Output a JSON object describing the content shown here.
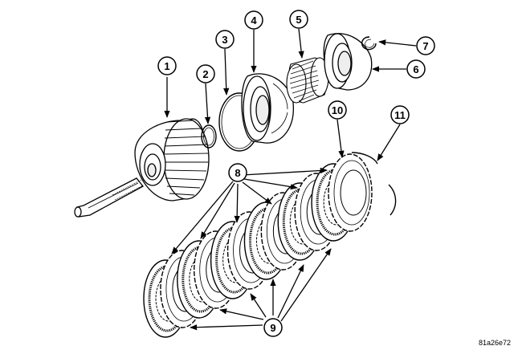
{
  "diagram": {
    "callouts": [
      "1",
      "2",
      "3",
      "4",
      "5",
      "6",
      "7",
      "8",
      "9",
      "10",
      "11"
    ],
    "reference_code": "81a26e72"
  }
}
